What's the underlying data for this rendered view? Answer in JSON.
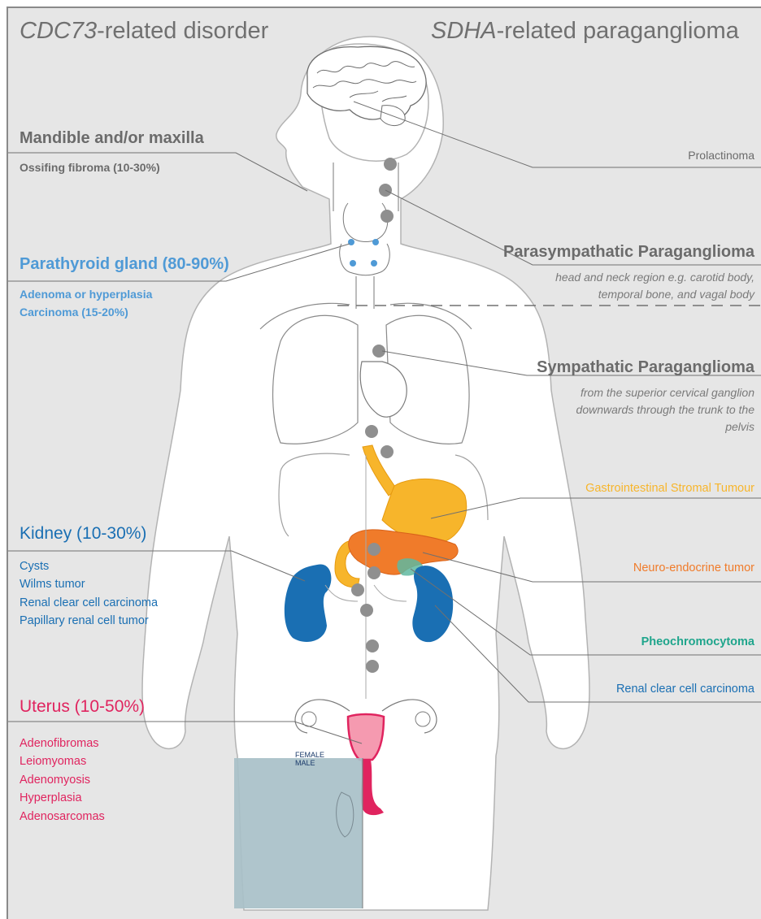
{
  "titles": {
    "left_gene": "CDC73",
    "left_rest": "-related disorder",
    "right_gene": "SDHA",
    "right_rest": "-related paraganglioma"
  },
  "left": {
    "mandible": {
      "heading": "Mandible and/or maxilla",
      "detail": "Ossifing fibroma (10-30%)"
    },
    "parathyroid": {
      "heading": "Parathyroid gland (80-90%)",
      "details": [
        "Adenoma or hyperplasia",
        "Carcinoma (15-20%)"
      ]
    },
    "kidney": {
      "heading": "Kidney (10-30%)",
      "details": [
        "Cysts",
        "Wilms tumor",
        "Renal clear cell carcinoma",
        "Papillary renal cell tumor"
      ]
    },
    "uterus": {
      "heading": "Uterus (10-50%)",
      "details": [
        "Adenofibromas",
        "Leiomyomas",
        "Adenomyosis",
        "Hyperplasia",
        "Adenosarcomas"
      ]
    }
  },
  "right": {
    "prolactinoma": "Prolactinoma",
    "parasympathetic": {
      "heading": "Parasympathatic Paraganglioma",
      "details": [
        "head and neck region e.g. carotid body,",
        "temporal bone, and vagal body"
      ]
    },
    "sympathetic": {
      "heading": "Sympathatic Paraganglioma",
      "details": [
        "from the superior cervical ganglion",
        "downwards through the trunk to the",
        "pelvis"
      ]
    },
    "gist": "Gastrointestinal Stromal Tumour",
    "neuroendocrine": "Neuro-endocrine tumor",
    "pheochromocytoma": "Pheochromocytoma",
    "renal_clear_cell": "Renal clear cell carcinoma"
  },
  "tags": {
    "female": "FEMALE",
    "male": "MALE"
  },
  "colors": {
    "panel_background": "#e6e6e6",
    "gray_text": "#6b6b6b",
    "parathyroid_blue": "#4f9ad6",
    "kidney_blue": "#1a6fb3",
    "uterus_pink": "#e0245f",
    "gist_yellow": "#f7b52b",
    "neuroendocrine_orange": "#f07b2a",
    "pheochromocytoma_teal": "#1fa58c",
    "male_region": "#a8c0c8",
    "ganglion_gray": "#8f8f8f"
  }
}
